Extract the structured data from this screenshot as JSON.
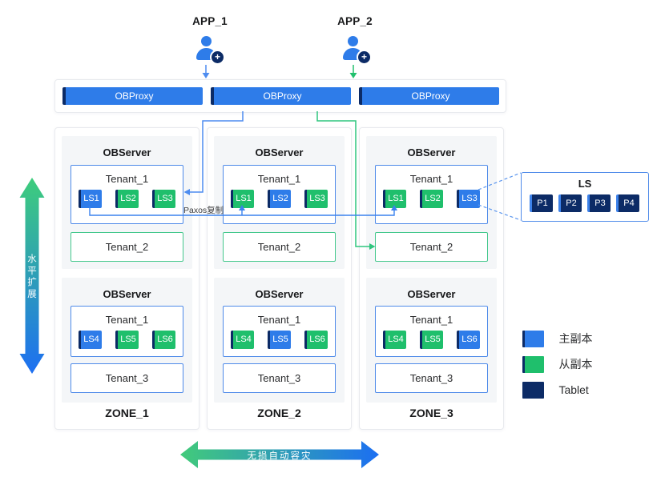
{
  "apps": [
    {
      "label": "APP_1"
    },
    {
      "label": "APP_2"
    }
  ],
  "icons": {
    "plus": "+"
  },
  "obproxy_row": {
    "items": [
      "OBProxy",
      "OBProxy",
      "OBProxy"
    ]
  },
  "zones": [
    {
      "name": "ZONE_1",
      "servers": [
        {
          "title": "OBServer",
          "tenant": {
            "name": "Tenant_1",
            "ls": [
              {
                "label": "LS1",
                "type": "primary"
              },
              {
                "label": "LS2",
                "type": "follower"
              },
              {
                "label": "LS3",
                "type": "follower"
              }
            ]
          },
          "tenant_extra": {
            "name": "Tenant_2",
            "accent": "green"
          }
        },
        {
          "title": "OBServer",
          "tenant": {
            "name": "Tenant_1",
            "ls": [
              {
                "label": "LS4",
                "type": "primary"
              },
              {
                "label": "LS5",
                "type": "follower"
              },
              {
                "label": "LS6",
                "type": "follower"
              }
            ]
          },
          "tenant_extra": {
            "name": "Tenant_3",
            "accent": "blue"
          }
        }
      ]
    },
    {
      "name": "ZONE_2",
      "servers": [
        {
          "title": "OBServer",
          "tenant": {
            "name": "Tenant_1",
            "ls": [
              {
                "label": "LS1",
                "type": "follower"
              },
              {
                "label": "LS2",
                "type": "primary"
              },
              {
                "label": "LS3",
                "type": "follower"
              }
            ]
          },
          "tenant_extra": {
            "name": "Tenant_2",
            "accent": "green"
          }
        },
        {
          "title": "OBServer",
          "tenant": {
            "name": "Tenant_1",
            "ls": [
              {
                "label": "LS4",
                "type": "follower"
              },
              {
                "label": "LS5",
                "type": "primary"
              },
              {
                "label": "LS6",
                "type": "follower"
              }
            ]
          },
          "tenant_extra": {
            "name": "Tenant_3",
            "accent": "blue"
          }
        }
      ]
    },
    {
      "name": "ZONE_3",
      "servers": [
        {
          "title": "OBServer",
          "tenant": {
            "name": "Tenant_1",
            "ls": [
              {
                "label": "LS1",
                "type": "follower"
              },
              {
                "label": "LS2",
                "type": "follower"
              },
              {
                "label": "LS3",
                "type": "primary"
              }
            ]
          },
          "tenant_extra": {
            "name": "Tenant_2",
            "accent": "green"
          }
        },
        {
          "title": "OBServer",
          "tenant": {
            "name": "Tenant_1",
            "ls": [
              {
                "label": "LS4",
                "type": "follower"
              },
              {
                "label": "LS5",
                "type": "follower"
              },
              {
                "label": "LS6",
                "type": "primary"
              }
            ]
          },
          "tenant_extra": {
            "name": "Tenant_3",
            "accent": "blue"
          }
        }
      ]
    }
  ],
  "ls_detail": {
    "title": "LS",
    "partitions": [
      {
        "label": "P1"
      },
      {
        "label": "P2"
      },
      {
        "label": "P3"
      },
      {
        "label": "P4"
      }
    ]
  },
  "legend": {
    "items": [
      {
        "label": "主副本",
        "type": "primary",
        "color": "#2E7CE9"
      },
      {
        "label": "从副本",
        "type": "follower",
        "color": "#1FBF6C"
      },
      {
        "label": "Tablet",
        "type": "tablet",
        "color": "#0C2B66"
      }
    ]
  },
  "annotations": {
    "paxos_label": "Paxos复制",
    "horizontal_scale_label": "水平扩展",
    "disaster_recovery_label": "无损自动容灾"
  },
  "colors": {
    "primary_blue": "#2E7CE9",
    "follower_green": "#1FBF6C",
    "tablet_navy": "#0C2B66",
    "tenant_blue_border": "#4E8AE9",
    "tenant_green_border": "#43C88C",
    "gradient_green": "#3ECD7C",
    "gradient_blue": "#1D6FF2"
  }
}
